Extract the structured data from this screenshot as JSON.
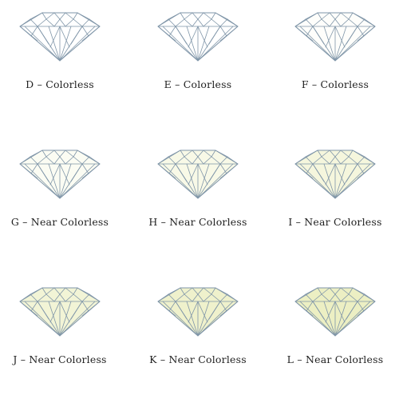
{
  "grades": [
    {
      "label": "D – Colorless",
      "fill": "#ffffff"
    },
    {
      "label": "E – Colorless",
      "fill": "#ffffff"
    },
    {
      "label": "F – Colorless",
      "fill": "#fefefb"
    },
    {
      "label": "G – Near Colorless",
      "fill": "#fbfcf3"
    },
    {
      "label": "H – Near Colorless",
      "fill": "#f8f9e7"
    },
    {
      "label": "I – Near Colorless",
      "fill": "#f5f6dd"
    },
    {
      "label": "J – Near Colorless",
      "fill": "#f2f4d6"
    },
    {
      "label": "K – Near Colorless",
      "fill": "#eff1cc"
    },
    {
      "label": "L – Near Colorless",
      "fill": "#ecefc3"
    }
  ],
  "outline_color": "#7f95a8"
}
